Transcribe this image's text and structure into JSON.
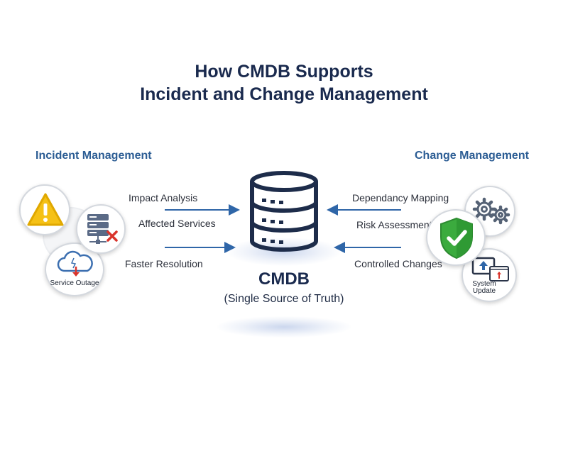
{
  "title": {
    "line1": "How CMDB Supports",
    "line2": "Incident and Change Management"
  },
  "incident": {
    "heading": "Incident Management",
    "labels": [
      "Impact Analysis",
      "Affected Services",
      "Faster Resolution"
    ],
    "service_outage_label": "Service Outage"
  },
  "change": {
    "heading": "Change Management",
    "labels": [
      "Dependancy Mapping",
      "Risk Assessment",
      "Controlled Changes"
    ],
    "system_update_label_1": "System",
    "system_update_label_2": "Update"
  },
  "cmdb": {
    "title": "CMDB",
    "subtitle": "(Single Source of Truth)"
  },
  "colors": {
    "heading_blue": "#2c5d94",
    "arrow_blue": "#2f66a8",
    "database_navy": "#1d2c4a",
    "warning_yellow": "#f5c116",
    "shield_green": "#3bab3e",
    "error_red": "#d9332b"
  },
  "icons": [
    "warning-icon",
    "server-error-icon",
    "cloud-outage-icon",
    "gears-icon",
    "shield-check-icon",
    "system-update-icon",
    "database-icon"
  ]
}
